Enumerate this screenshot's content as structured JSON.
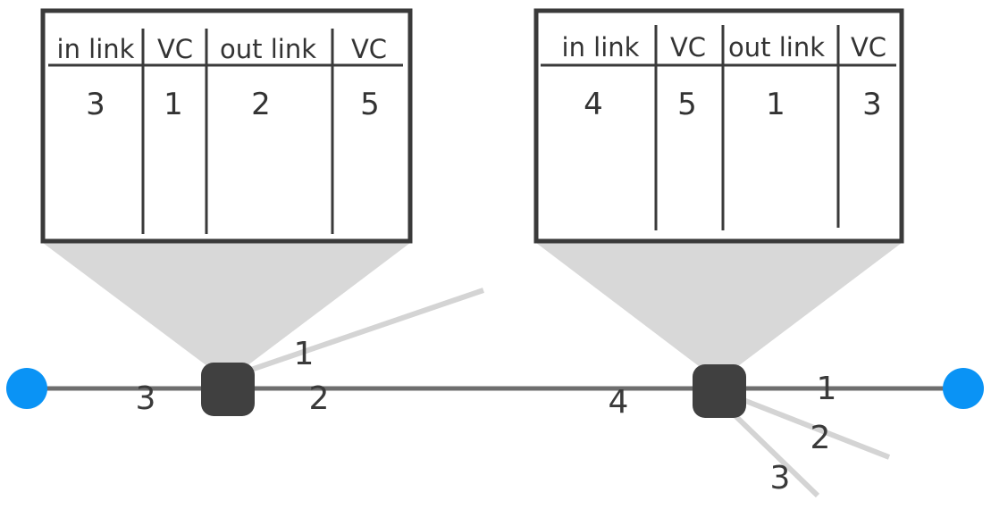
{
  "colors": {
    "endpoint": "#0a93f5",
    "switch": "#404040",
    "main_line": "#6e6e6e",
    "branch_line": "#d4d4d4",
    "zoom_fill": "#d8d8d8",
    "table_border": "#3a3a3a"
  },
  "table_left": {
    "headers": [
      "in link",
      "VC",
      "out link",
      "VC"
    ],
    "row": [
      "3",
      "1",
      "2",
      "5"
    ]
  },
  "table_right": {
    "headers": [
      "in link",
      "VC",
      "out link",
      "VC"
    ],
    "row": [
      "4",
      "5",
      "1",
      "3"
    ]
  },
  "link_labels": {
    "left_in": "3",
    "left_up": "1",
    "left_out": "2",
    "mid": "4",
    "right_out1": "1",
    "right_out2": "2",
    "right_out3": "3"
  }
}
